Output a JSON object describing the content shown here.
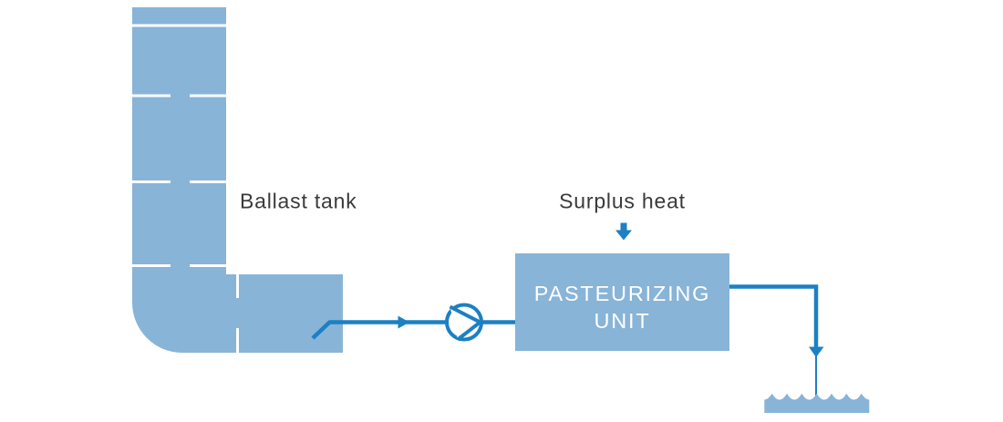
{
  "diagram": {
    "labels": {
      "ballast_tank": "Ballast tank",
      "surplus_heat": "Surplus heat",
      "unit_line1": "PASTEURIZING",
      "unit_line2": "UNIT"
    },
    "icons": {
      "pump": "pump-icon",
      "surplus_heat_arrow": "down-arrow-icon",
      "inlet_flow_arrow": "right-arrow-icon",
      "discharge_arrow": "down-arrow-icon",
      "sea_water": "water-waves-icon"
    },
    "colors": {
      "tank_fill": "#88b4d8",
      "flow_blue": "#1c80c3",
      "label_text": "#3a3a3a",
      "unit_text": "#ffffff",
      "divider": "#ffffff",
      "pump_fill": "#ffffff",
      "background": "#ffffff"
    }
  }
}
